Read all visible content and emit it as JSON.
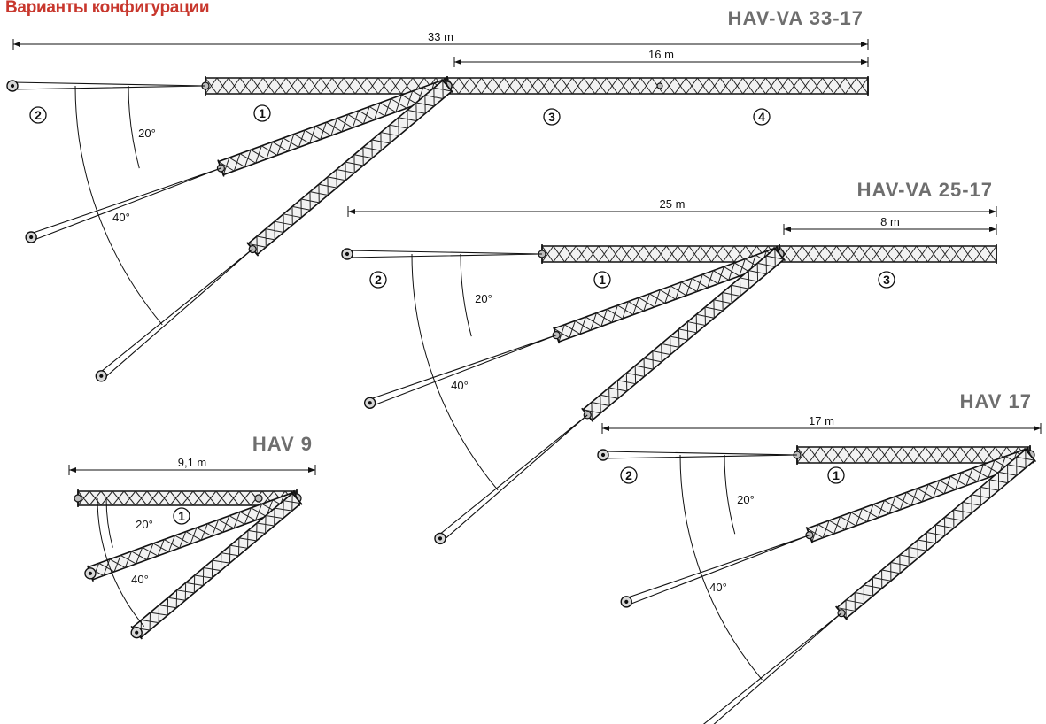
{
  "page_title": "Варианты конфигурации",
  "configs": [
    {
      "title": "HAV-VA 33-17",
      "overall": "33 m",
      "extension": "16 m",
      "markers": [
        "2",
        "1",
        "3",
        "4"
      ],
      "angles": [
        "20°",
        "40°"
      ]
    },
    {
      "title": "HAV-VA 25-17",
      "overall": "25 m",
      "extension": "8 m",
      "markers": [
        "2",
        "1",
        "3"
      ],
      "angles": [
        "20°",
        "40°"
      ]
    },
    {
      "title": "HAV 9",
      "overall": "9,1 m",
      "markers": [
        "1"
      ],
      "angles": [
        "20°",
        "40°"
      ]
    },
    {
      "title": "HAV 17",
      "overall": "17 m",
      "markers": [
        "2",
        "1"
      ],
      "angles": [
        "20°",
        "40°"
      ]
    }
  ]
}
